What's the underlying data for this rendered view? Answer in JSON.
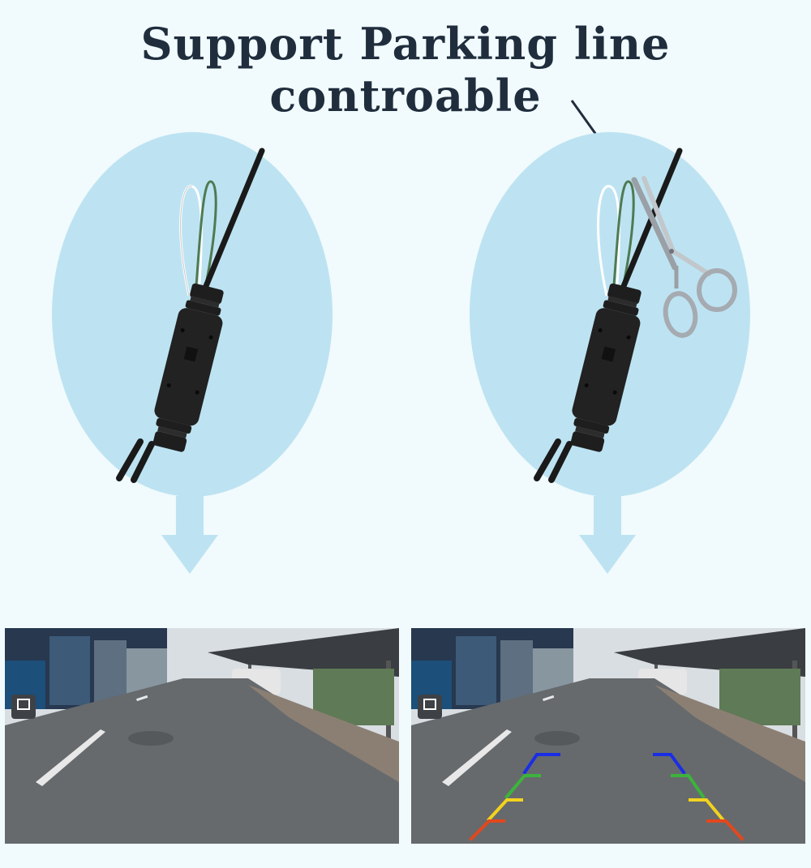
{
  "title": "Support Parking line controable",
  "colors": {
    "background": "#f1fafc",
    "circle": "#bde3f2",
    "arrow": "#bde3f2",
    "title_text": "#1f2d3d",
    "guide_blue": "#1a2ee6",
    "guide_green": "#3cb43c",
    "guide_yellow": "#f2d21e",
    "guide_red": "#e2481e"
  },
  "panels": [
    {
      "state": "wire-intact",
      "scissors": false,
      "parking_lines": false
    },
    {
      "state": "wire-cut",
      "scissors": true,
      "parking_lines": true
    }
  ],
  "icons": {
    "cut_pointer": "arrow-icon",
    "scissors": "scissors-icon",
    "camera_mode": "monitor-icon"
  }
}
